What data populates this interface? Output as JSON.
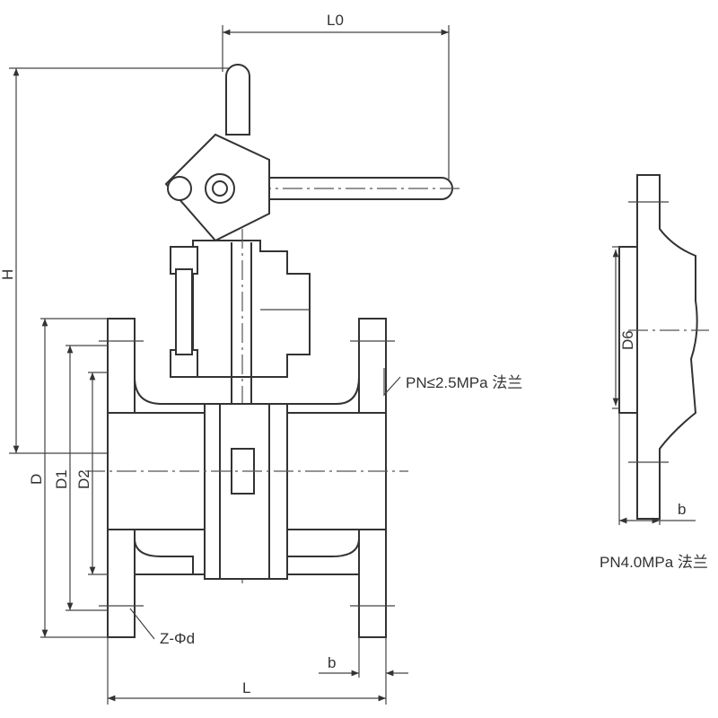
{
  "labels": {
    "L0": "L0",
    "H": "H",
    "D": "D",
    "D1": "D1",
    "D2": "D2",
    "flange_low": "PN≤2.5MPa 法兰",
    "bolt_holes": "Z-Φd",
    "b_main": "b",
    "L": "L",
    "D6": "D6",
    "b_side": "b",
    "flange_high": "PN4.0MPa 法兰"
  }
}
